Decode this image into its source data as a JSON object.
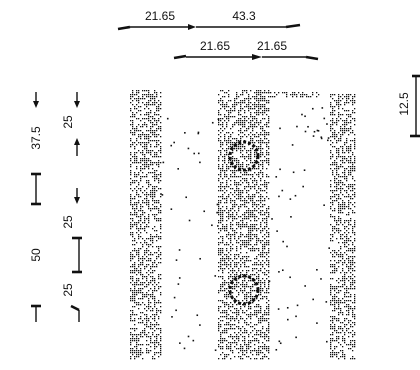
{
  "dimensions": {
    "top_row_1": [
      "21.65",
      "43.3"
    ],
    "top_row_2": [
      "21.65",
      "21.65"
    ],
    "left_outer": [
      "37.5",
      "50"
    ],
    "left_inner": [
      "25",
      "25",
      "25"
    ],
    "right_side": "12.5"
  },
  "colors": {
    "ink": "#111111",
    "paper": "#ffffff"
  }
}
